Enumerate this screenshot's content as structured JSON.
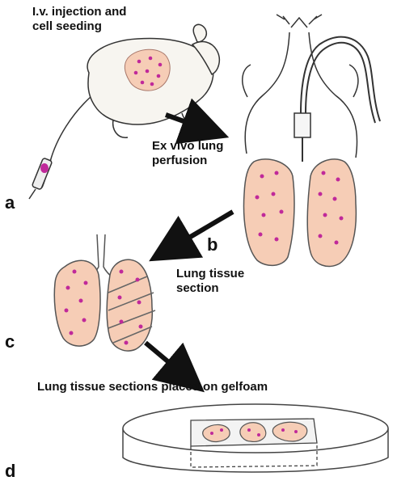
{
  "labels": {
    "step_a_line1": "I.v. injection and",
    "step_a_line2": "cell seeding",
    "step_b_line1": "Ex vivo lung",
    "step_b_line2": "perfusion",
    "step_c_line1": "Lung tissue",
    "step_c_line2": "section",
    "step_d": "Lung tissue sections placed on gelfoam"
  },
  "panels": {
    "a": "a",
    "b": "b",
    "c": "c",
    "d": "d"
  },
  "colors": {
    "ink": "#222222",
    "tissue_fill": "#f6cdb6",
    "cell_dot": "#c0299a",
    "mouse_body": "#f7f5f0",
    "syringe_plunger": "#c0299a"
  }
}
